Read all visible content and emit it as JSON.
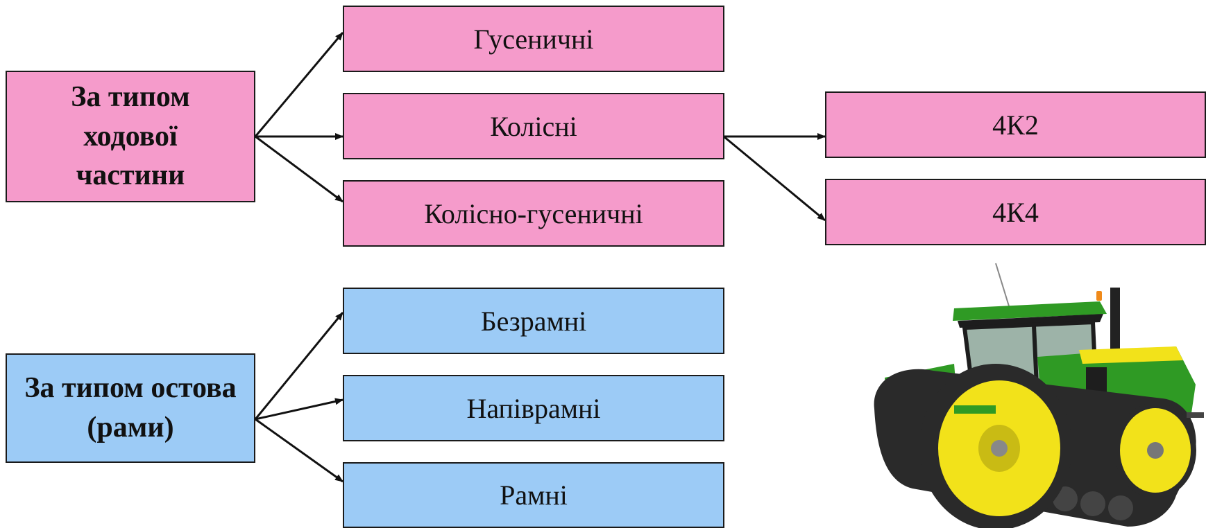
{
  "undercarriage": {
    "root": "За типом ходової частини",
    "types": [
      "Гусеничні",
      "Колісні",
      "Колісно-гусеничні"
    ],
    "wheel_formulas": [
      "4К2",
      "4К4"
    ],
    "color": "#f59bcb"
  },
  "frame": {
    "root": "За типом остова (рами)",
    "types": [
      "Безрамні",
      "Напіврамні",
      "Рамні"
    ],
    "color": "#9ccbf6"
  },
  "illustration": {
    "icon": "tractor-icon",
    "colors": {
      "body": "#2f9a24",
      "wheels": "#f2e21a",
      "tracks": "#2a2a2a"
    }
  }
}
